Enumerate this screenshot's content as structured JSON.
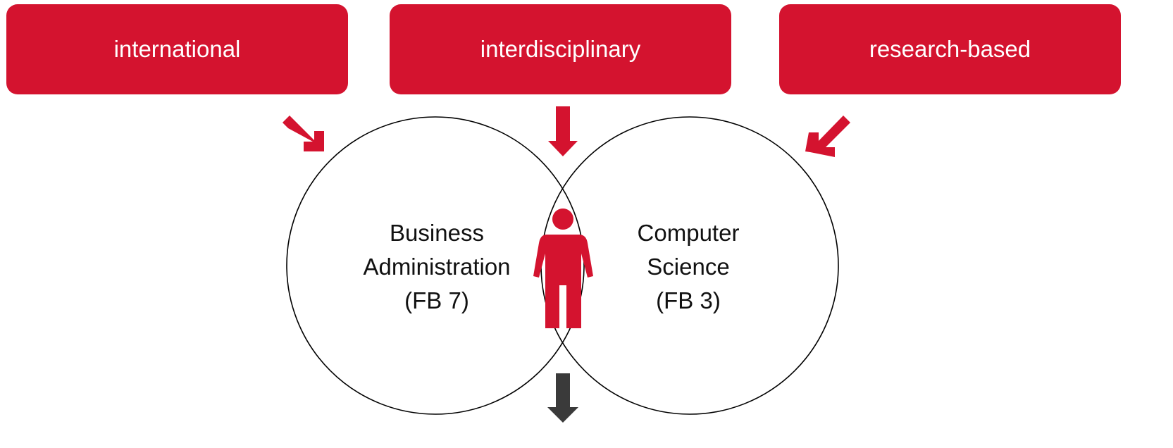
{
  "top_boxes": [
    {
      "label": "international"
    },
    {
      "label": "interdisciplinary"
    },
    {
      "label": "research-based"
    }
  ],
  "circles": [
    {
      "lines": [
        "Business",
        "Administration",
        "(FB 7)"
      ]
    },
    {
      "lines": [
        "Computer",
        "Science",
        "(FB 3)"
      ]
    }
  ],
  "colors": {
    "accent_red": "#d4132f",
    "dark_arrow": "#3a3a3a",
    "outline": "#000000"
  },
  "icons": {
    "person": "person-icon",
    "arrows": [
      "arrow-down-right-icon",
      "arrow-down-icon",
      "arrow-down-left-icon",
      "arrow-down-dark-icon"
    ]
  }
}
